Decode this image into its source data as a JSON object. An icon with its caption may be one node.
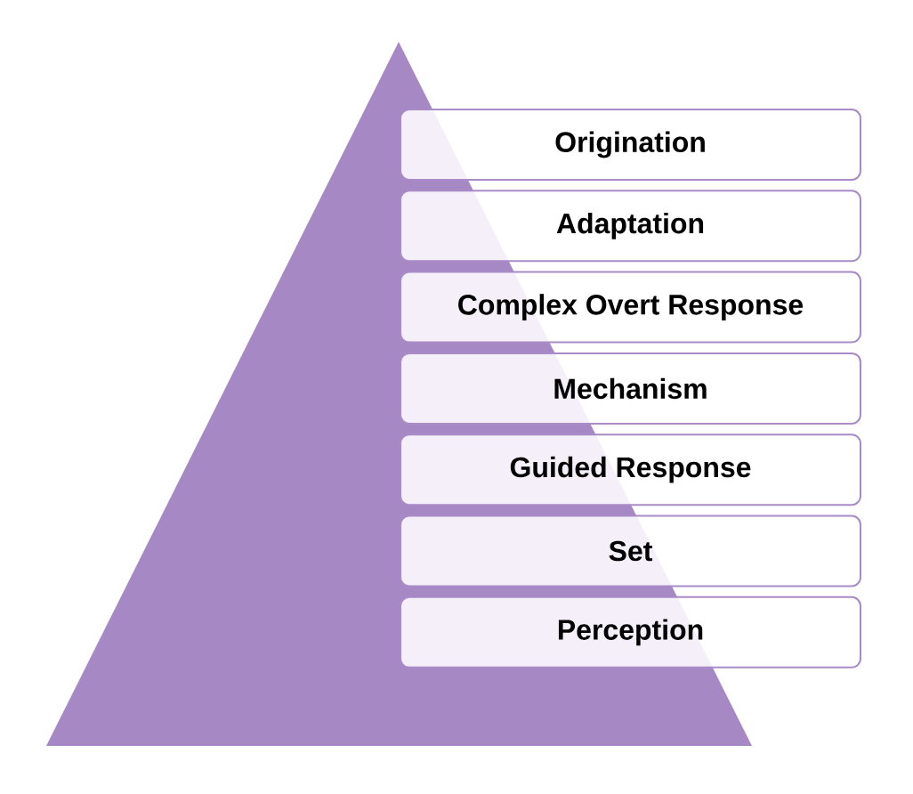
{
  "diagram": {
    "nodes": [
      {
        "text": [
          "Origination"
        ]
      },
      {
        "text": [
          "Adaptation"
        ]
      },
      {
        "text": [
          "Complex Overt Response"
        ]
      },
      {
        "text": [
          "Mechanism"
        ]
      },
      {
        "text": [
          "Guided Response"
        ]
      },
      {
        "text": [
          "Set"
        ]
      },
      {
        "text": [
          "Perception"
        ]
      }
    ]
  }
}
